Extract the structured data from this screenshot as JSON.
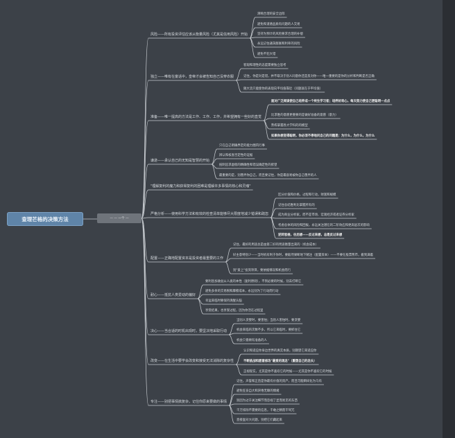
{
  "root": {
    "title": "查理芒格的决策方法"
  },
  "hub": {
    "label": "— — 一个 —"
  },
  "branches": [
    {
      "label": "风险——所有投资评估应该从衡量风险（尤其是信用风险）开始",
      "children": [
        {
          "text": "清晰合理的安全边际",
          "bold": false
        },
        {
          "text": "避免和道德品质有问题的人交易",
          "bold": false
        },
        {
          "text": "坚持为预计的风险要求合理的补偿",
          "bold": false
        },
        {
          "text": "永远记住通货膨胀和利率的风险",
          "bold": false
        },
        {
          "text": "避免不犯大错",
          "bold": false
        }
      ]
    },
    {
      "label": "独立——唯有在童话中，皇帝才会被告知自己没穿衣服",
      "children": [
        {
          "text": "客观和理性的态度需要独立思考",
          "bold": false
        },
        {
          "text": "记住，你是对是错，并不取决于别人同意你还是反对你——唯一重要的是你的分析和判断是否正确",
          "bold": false
        },
        {
          "text": "随大流只能使你的表现向平均值靠近（问题就在于平均值）",
          "bold": false
        }
      ]
    },
    {
      "label": "准备——唯一提高的方法是工作、工作、工作，并希望拥有一些好的直觉",
      "children": [
        {
          "text": "面对广泛阅读使自己培养成一个终生学习者；培养好奇心，每天努力使自己更聪明一点点",
          "bold": true
        },
        {
          "text": "比求胜的意愿更重要的是做好准备的意愿（意力）",
          "bold": false
        },
        {
          "text": "熟练掌握各大学科的的模型",
          "bold": false
        },
        {
          "text": "如果你想变得聪明，你必须不停地问自己的问题是：为什么，为什么，为什么",
          "bold": true
        }
      ]
    },
    {
      "label": "谦逊——承认自己的无知是智慧的开始",
      "children": [
        {
          "text": "只在自己明确界定的能力圈内行事",
          "bold": false
        },
        {
          "text": "辨认和核查否定性的证据",
          "bold": false
        },
        {
          "text": "抵制追求虚假的精确性和错误确定性的欲望",
          "bold": false
        },
        {
          "text": "最重要的是，别愚弄你自己，而且要记住，你是最容易被你自己愚弄的人",
          "bold": false
        }
      ]
    },
    {
      "label": "\"理解复利的魔力和获得复利的困难是理解许多事情的核心和灵魂\"",
      "children": []
    },
    {
      "label": "严格分析——使用科学方法和有效的检查清单能够尽大限度地减少错误和疏忽",
      "children": [
        {
          "text": "区分价值和价格，过程和行动，财富和规模",
          "bold": false
        },
        {
          "text": "记住总结胜利比掌握所有的",
          "bold": false
        },
        {
          "text": "成为商业分析家，而不是市场、宏观经济或者证券分析家",
          "bold": false
        },
        {
          "text": "考虑总体的风险和回报，永远关注潜在的二阶效应和更高层次的影响",
          "bold": false
        },
        {
          "text": "逆转思维，往后想——反过来想，总是反过来想",
          "bold": true
        }
      ]
    },
    {
      "label": "配置——正确地配置资本是投资者最重要的工作",
      "children": [
        {
          "text": "记住，最好的用途总是由第二好的用途衡量出来的（机会成本）",
          "bold": false
        },
        {
          "text": "好主意特别少——当时机有利于你时，要毅然果断地下赌注（配置资本）——不要在股票熊市，搬到满着",
          "bold": false
        },
        {
          "text": "别\"爱上\"投资项目，要依据情况和机会而行",
          "bold": false
        }
      ]
    },
    {
      "label": "耐心——抵抗人类爱动的偏好",
      "children": [
        {
          "text": "要利息加收益从人类的本性（复利原则），不到必要的时候，别去打断它",
          "bold": false
        },
        {
          "text": "避免多余的交易税和摩擦成本，永远别为了行动而行动",
          "bold": false
        },
        {
          "text": "幸运来临时要保持清醒头脑",
          "bold": false
        },
        {
          "text": "享受结果，也享受过程，因为你活在过程里",
          "bold": false
        }
      ]
    },
    {
      "label": "决心——当合适的时机出现时，要坚决地采取行动",
      "children": [
        {
          "text": "当别人贪婪时，要害怕；当别人害怕时，要贪婪",
          "bold": false
        },
        {
          "text": "机会来临的次数不多，所以它来临时，要抓住它",
          "bold": false
        },
        {
          "text": "机会只眷顾有准备的人",
          "bold": false
        }
      ]
    },
    {
      "label": "改变——在生活中要学会改变和接受无法消除的复杂性",
      "children": [
        {
          "text": "认识和适应你身边世界的真实本质，别期望它来适应你",
          "bold": false
        },
        {
          "text": "不断挑战和愿意修改\"最爱的观念\"（重塑自己的念头）",
          "bold": true
        },
        {
          "text": "正视现实，尤其是你不喜欢它的时候——尤其是你不喜欢它的时候",
          "bold": false
        }
      ]
    },
    {
      "label": "专注——别把事情搞复杂，记住你原来要做的事情",
      "children": [
        {
          "text": "记住，声誉和正直是你最有价值的资产，而且可能瞬间化为乌有",
          "bold": false
        },
        {
          "text": "避免狂妄自大和厌倦无聊的情绪",
          "bold": false
        },
        {
          "text": "别因为过于关注细节而忽视了显而易见的东西",
          "bold": false
        },
        {
          "text": "千万排除不需要的信息，千敢之精而干驾冗",
          "bold": false
        },
        {
          "text": "直接面对大问题，别把它们藏起来",
          "bold": false
        }
      ]
    }
  ]
}
